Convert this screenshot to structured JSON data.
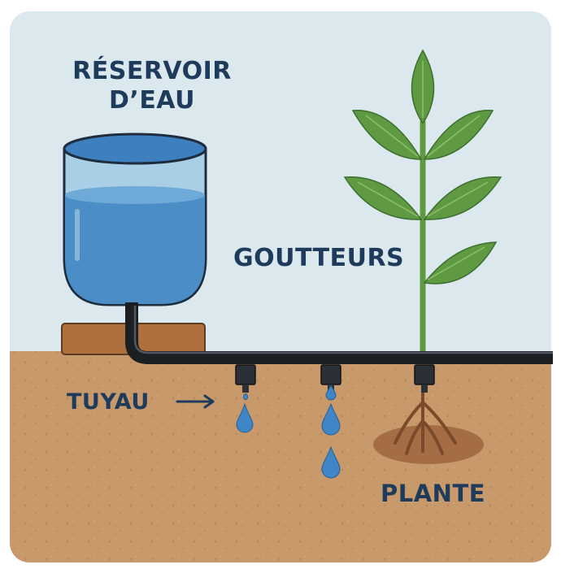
{
  "labels": {
    "reservoir_line1": "RÉSERVOIR",
    "reservoir_line2": "D’EAU",
    "goutteurs": "GOUTTEURS",
    "tuyau": "TUYAU",
    "plante": "PLANTE"
  },
  "colors": {
    "sky": "#dbe9ee",
    "soil": "#c7996b",
    "water": "#4b8dc7",
    "pipe": "#1b1f22",
    "leaf": "#5f9a43",
    "text": "#1f3b5c"
  }
}
